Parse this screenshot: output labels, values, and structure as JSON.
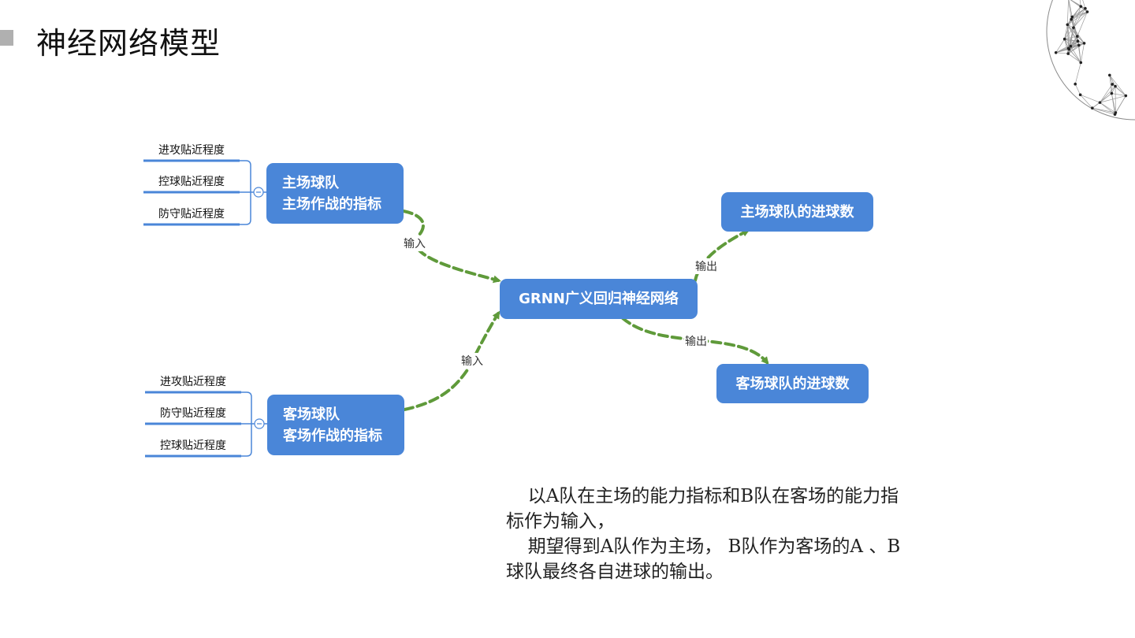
{
  "title": "神经网络模型",
  "nodes": {
    "home_team": {
      "line1": "主场球队",
      "line2": "主场作战的指标"
    },
    "away_team": {
      "line1": "客场球队",
      "line2": "客场作战的指标"
    },
    "grnn": "GRNN广义回归神经网络",
    "home_goals": "主场球队的进球数",
    "away_goals": "客场球队的进球数"
  },
  "home_indicators": [
    "进攻贴近程度",
    "控球贴近程度",
    "防守贴近程度"
  ],
  "away_indicators": [
    "进攻贴近程度",
    "防守贴近程度",
    "控球贴近程度"
  ],
  "edge_labels": {
    "input_top": "输入",
    "input_bottom": "输入",
    "output_top": "输出",
    "output_bottom": "输出"
  },
  "description": {
    "p1": "以A队在主场的能力指标和B队在客场的能力指标作为输入，",
    "p2": "期望得到A队作为主场， B队作为客场的A 、B球队最终各自进球的输出。"
  },
  "colors": {
    "node": "#4a86d8",
    "arrow": "#5f9a3a",
    "bracket": "#4a86d8"
  },
  "icons": {
    "collapse": "minus-circle-icon",
    "decoration": "wireframe-globe"
  }
}
